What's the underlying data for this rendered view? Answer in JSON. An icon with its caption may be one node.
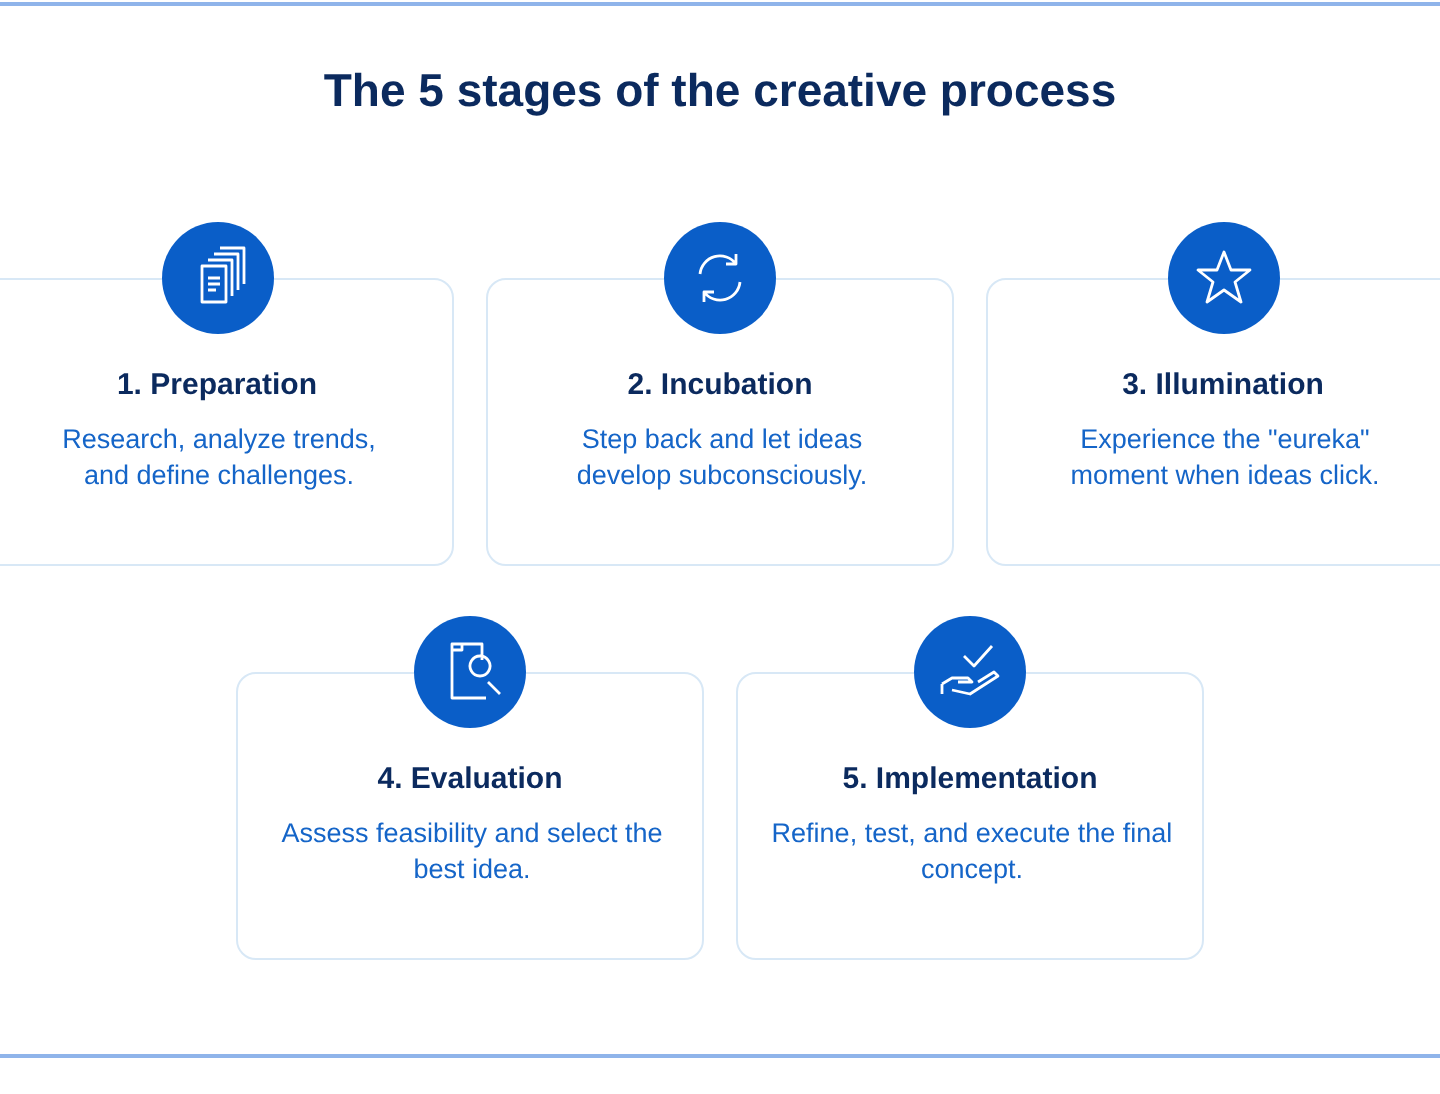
{
  "diagram": {
    "title": "The 5 stages of the creative process",
    "nodes": [
      {
        "text": [
          "1. Preparation",
          "Research, analyze trends, and define challenges."
        ]
      },
      {
        "text": [
          "2. Incubation",
          "Step back and let ideas develop subconsciously."
        ]
      },
      {
        "text": [
          "3. Illumination",
          "Experience the \"eureka\" moment when ideas click."
        ]
      },
      {
        "text": [
          "4. Evaluation",
          "Assess feasibility and select the best idea."
        ]
      },
      {
        "text": [
          "5. Implementation",
          "Refine, test, and execute the final concept."
        ]
      }
    ]
  }
}
